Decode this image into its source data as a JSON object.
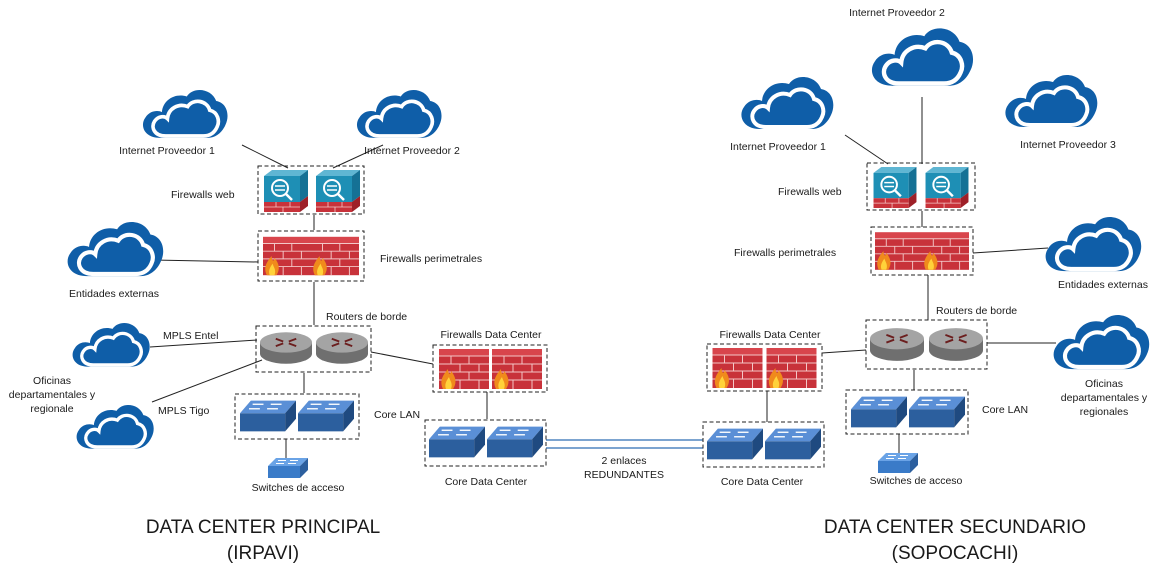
{
  "principal": {
    "title_line1": "DATA CENTER PRINCIPAL",
    "title_line2": "(IRPAVI)",
    "internet_1": "Internet Proveedor 1",
    "internet_2": "Internet Proveedor 2",
    "firewalls_web": "Firewalls web",
    "firewalls_perimetrales": "Firewalls perimetrales",
    "entidades_externas": "Entidades externas",
    "routers_borde": "Routers de borde",
    "mpls_entel": "MPLS Entel",
    "mpls_tigo": "MPLS Tigo",
    "oficinas_line1": "Oficinas",
    "oficinas_line2": "departamentales y",
    "oficinas_line3": "regionale",
    "core_lan": "Core LAN",
    "switches_acceso": "Switches de acceso",
    "firewalls_dc": "Firewalls Data Center",
    "core_dc": "Core Data Center"
  },
  "secundario": {
    "title_line1": "DATA CENTER SECUNDARIO",
    "title_line2": "(SOPOCACHI)",
    "internet_1": "Internet Proveedor 1",
    "internet_2": "Internet Proveedor 2",
    "internet_3": "Internet Proveedor 3",
    "firewalls_web": "Firewalls web",
    "firewalls_perimetrales": "Firewalls perimetrales",
    "entidades_externas": "Entidades externas",
    "routers_borde": "Routers de borde",
    "oficinas_line1": "Oficinas",
    "oficinas_line2": "departamentales y",
    "oficinas_line3": "regionales",
    "core_lan": "Core LAN",
    "switches_acceso": "Switches de acceso",
    "firewalls_dc": "Firewalls Data Center",
    "core_dc": "Core Data Center"
  },
  "link": {
    "line1": "2 enlaces",
    "line2": "REDUNDANTES"
  },
  "colors": {
    "cloud": "#0f5ea8",
    "cloud_hi": "#1a6fbf",
    "firewall_brick": "#c8323a",
    "switch_top": "#5a8fd6",
    "switch_side": "#2c5f9e",
    "router": "#8a8a8a",
    "webfw": "#1e8fb5",
    "redundant_link": "#2e6db4"
  },
  "icons": [
    "cloud-icon",
    "firewall-icon",
    "web-firewall-icon",
    "router-icon",
    "switch-icon"
  ]
}
